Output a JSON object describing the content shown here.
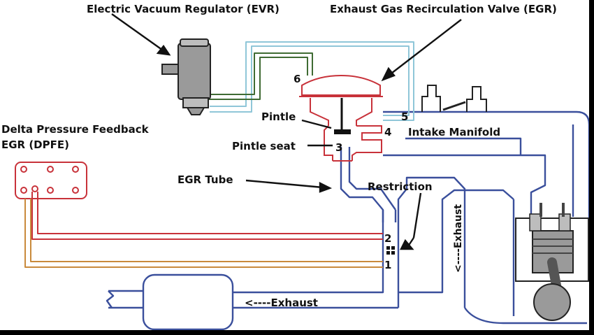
{
  "diagram": {
    "labels": {
      "evr": "Electric Vacuum Regulator (EVR)",
      "egr": "Exhaust Gas Recirculation Valve (EGR)",
      "dpfe_line1": "Delta Pressure Feedback",
      "dpfe_line2": "EGR (DPFE)",
      "pintle": "Pintle",
      "pintle_seat": "Pintle seat",
      "intake_manifold": "Intake Manifold",
      "egr_tube": "EGR Tube",
      "restriction": "Restriction",
      "exhaust_vertical": "<----Exhaust",
      "exhaust_bottom": "<----Exhaust"
    },
    "numbers": {
      "n1": "1",
      "n2": "2",
      "n3": "3",
      "n4": "4",
      "n5": "5",
      "n6": "6"
    },
    "colors": {
      "background": "#ffffff",
      "frame": "#000000",
      "exhaust_pipe": "#3a4f9c",
      "vacuum_hose_light": "#8fc6d8",
      "vacuum_hose_green": "#3f6b33",
      "egr_valve": "#c8323a",
      "sensor_hose_red": "#c8323a",
      "sensor_hose_orange": "#c98a3c",
      "component_gray": "#9a9a9a"
    }
  }
}
